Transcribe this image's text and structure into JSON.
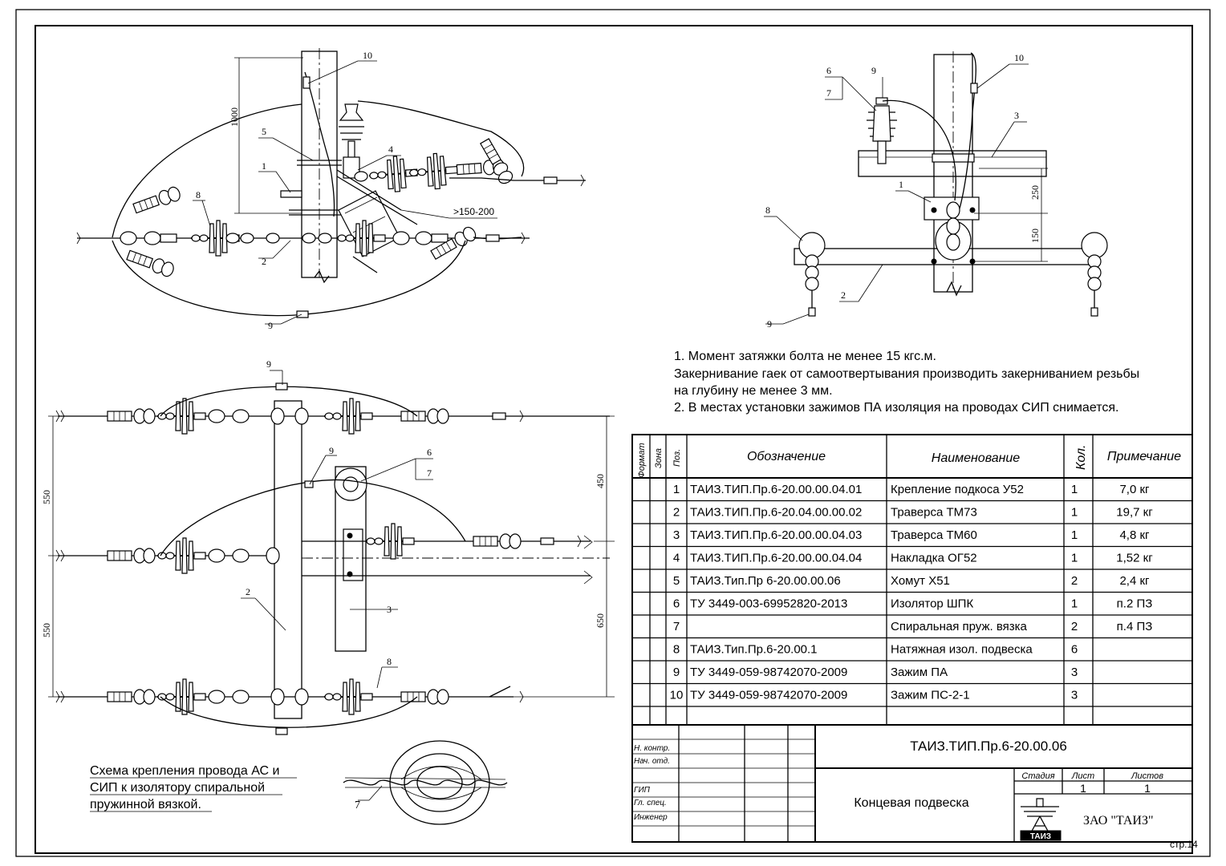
{
  "notes": [
    "1. Момент затяжки болта не менее 15 кгс.м.",
    "Закернивание гаек от самоотвертывания производить закерниванием резьбы",
    "на глубину не менее 3 мм.",
    "2. В местах установки зажимов ПА  изоляция на проводах СИП снимается."
  ],
  "spec_table": {
    "headers": {
      "format": "Формат",
      "zone": "Зона",
      "pos": "Поз.",
      "designation": "Обозначение",
      "name": "Наименование",
      "qty": "Кол.",
      "note": "Примечание"
    },
    "rows": [
      {
        "pos": "1",
        "designation": "ТАИЗ.ТИП.Пр.6-20.00.00.04.01",
        "name": "Крепление подкоса У52",
        "qty": "1",
        "note": "7,0 кг"
      },
      {
        "pos": "2",
        "designation": "ТАИЗ.ТИП.Пр.6-20.04.00.00.02",
        "name": "Траверса ТМ73",
        "qty": "1",
        "note": "19,7 кг"
      },
      {
        "pos": "3",
        "designation": "ТАИЗ.ТИП.Пр.6-20.00.00.04.03",
        "name": "Траверса ТМ60",
        "qty": "1",
        "note": "4,8 кг"
      },
      {
        "pos": "4",
        "designation": "ТАИЗ.ТИП.Пр.6-20.00.00.04.04",
        "name": "Накладка ОГ52",
        "qty": "1",
        "note": "1,52 кг"
      },
      {
        "pos": "5",
        "designation": "ТАИЗ.Тип.Пр 6-20.00.00.06",
        "name": "Хомут Х51",
        "qty": "2",
        "note": "2,4 кг"
      },
      {
        "pos": "6",
        "designation": "ТУ 3449-003-69952820-2013",
        "name": "Изолятор ШПК",
        "qty": "1",
        "note": "п.2 ПЗ"
      },
      {
        "pos": "7",
        "designation": "",
        "name": "Спиральная пруж. вязка",
        "qty": "2",
        "note": "п.4 ПЗ"
      },
      {
        "pos": "8",
        "designation": "ТАИЗ.Тип.Пр.6-20.00.1",
        "name": "Натяжная изол. подвеска",
        "qty": "6",
        "note": ""
      },
      {
        "pos": "9",
        "designation": "ТУ 3449-059-98742070-2009",
        "name": "Зажим ПА",
        "qty": "3",
        "note": ""
      },
      {
        "pos": "10",
        "designation": "ТУ 3449-059-98742070-2009",
        "name": "Зажим ПС-2-1",
        "qty": "3",
        "note": ""
      }
    ]
  },
  "title_block": {
    "doc_code": "ТАИЗ.ТИП.Пр.6-20.00.06",
    "title": "Концевая подвеска",
    "company": "ЗАО \"ТАИЗ\"",
    "logo_text": "ТАИЗ",
    "stage_label": "Стадия",
    "sheet_label": "Лист",
    "sheets_label": "Листов",
    "sheet_value": "1",
    "sheets_value": "1",
    "roles": [
      "Н. контр.",
      "Нач. отд.",
      "",
      "ГИП",
      "Гл. спец.",
      "Инженер"
    ],
    "page": "стр.14"
  },
  "caption": [
    "Схема крепления провода АС и",
    "СИП к изолятору спиральной",
    "пружинной вязкой."
  ],
  "callouts": [
    "1",
    "2",
    "3",
    "4",
    "5",
    "6",
    "7",
    "8",
    "9",
    "10"
  ],
  "dimensions": {
    "top_left_height": "1000",
    "top_left_gap": ">150-200",
    "top_right_a": "250",
    "top_right_b": "150",
    "plan_left_upper": "550",
    "plan_left_lower": "550",
    "plan_right_upper": "450",
    "plan_right_lower": "650"
  }
}
